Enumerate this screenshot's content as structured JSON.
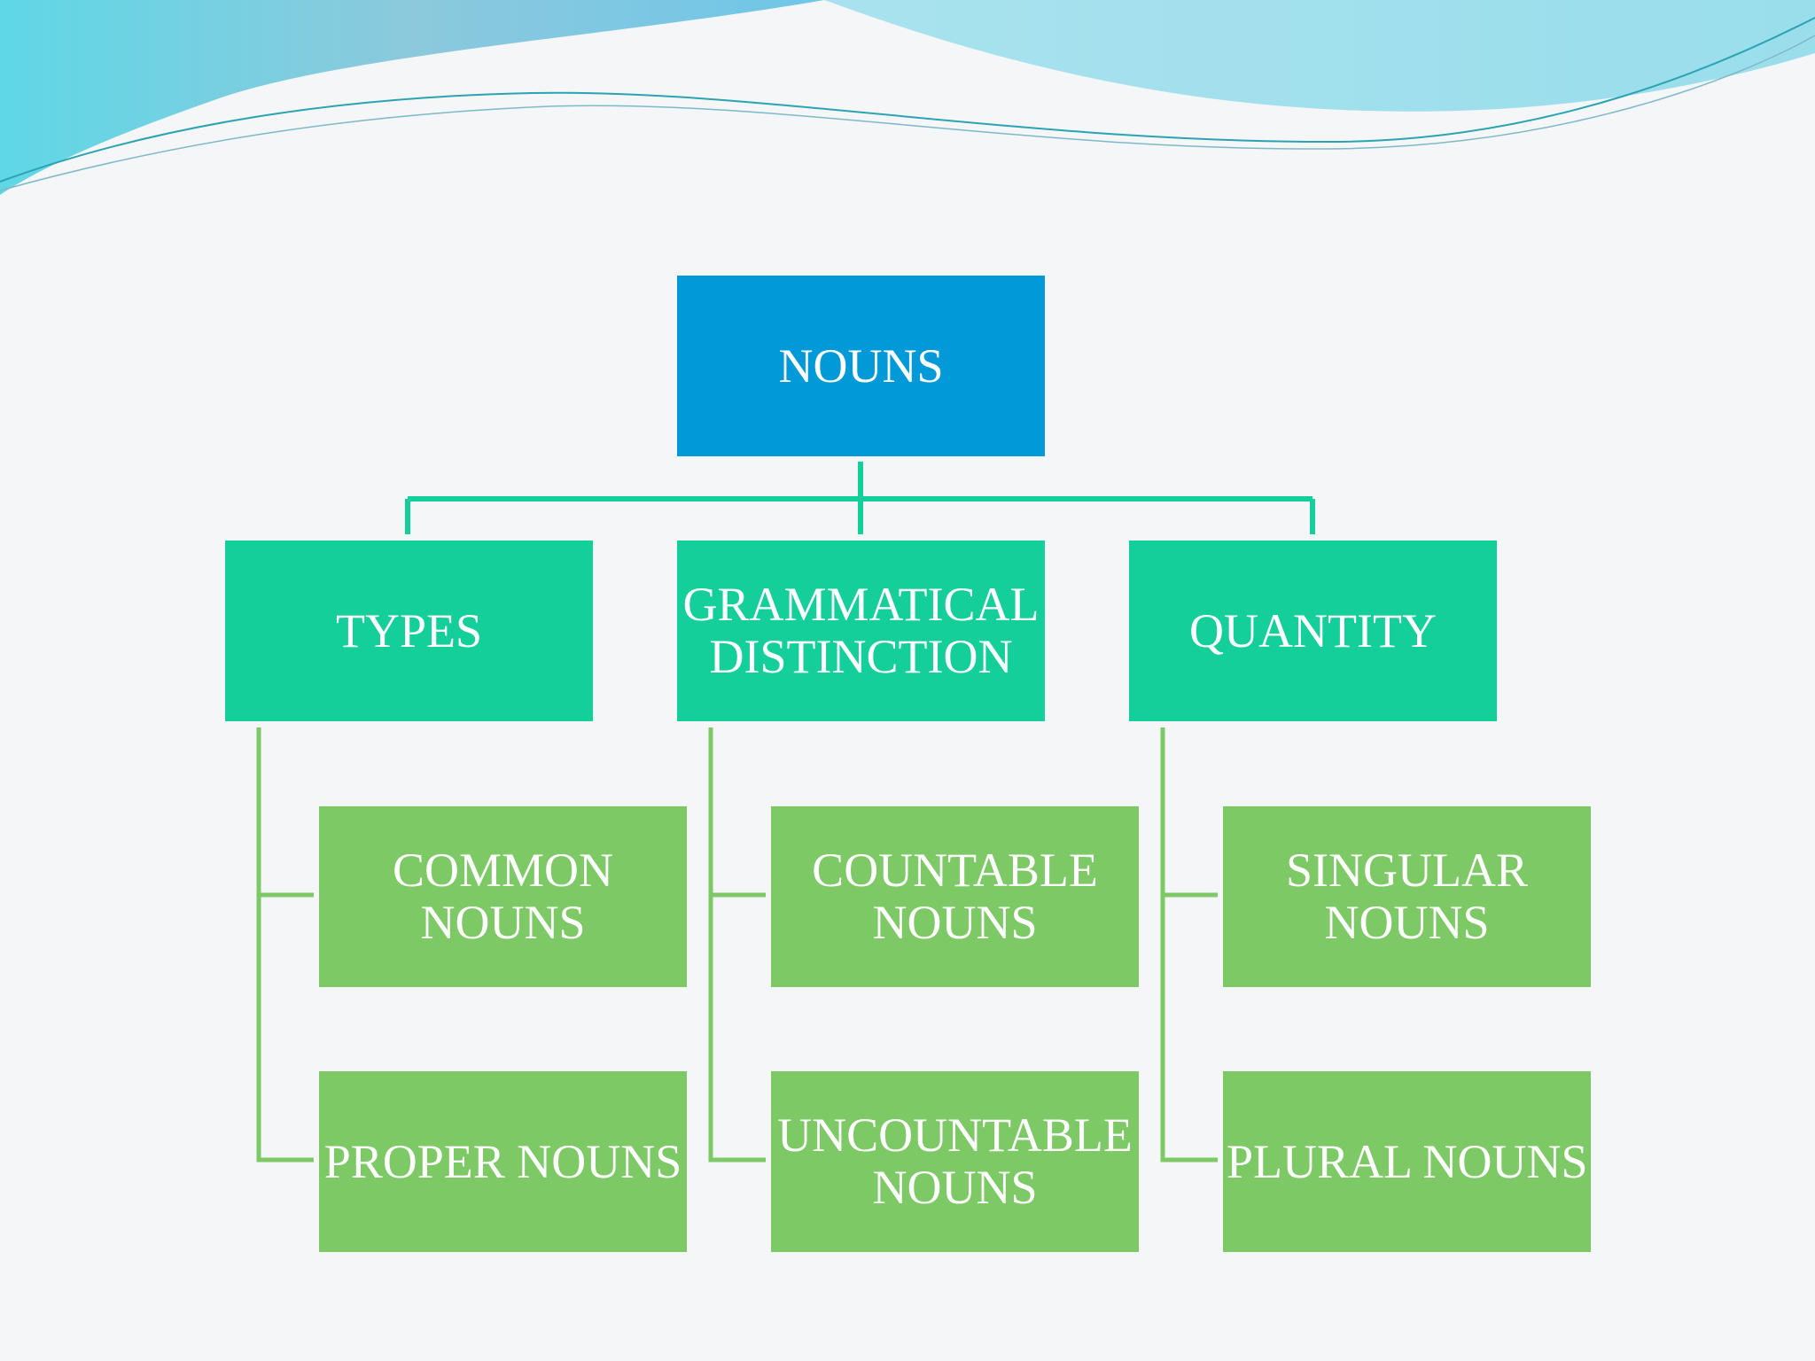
{
  "diagram": {
    "root": {
      "label": "NOUNS"
    },
    "categories": [
      {
        "label": "TYPES",
        "children": [
          "COMMON NOUNS",
          "PROPER NOUNS"
        ]
      },
      {
        "label": "GRAMMATICAL DISTINCTION",
        "children": [
          "COUNTABLE NOUNS",
          "UNCOUNTABLE NOUNS"
        ]
      },
      {
        "label": "QUANTITY",
        "children": [
          "SINGULAR NOUNS",
          "PLURAL NOUNS"
        ]
      }
    ]
  },
  "colors": {
    "root_fill": "#0299d9",
    "category_fill": "#14cf9a",
    "leaf_fill": "#7dc965",
    "top_connector": "#14cf9a",
    "leaf_connector": "#7dc965",
    "text": "#ffffff",
    "background": "#f4f6f7"
  }
}
